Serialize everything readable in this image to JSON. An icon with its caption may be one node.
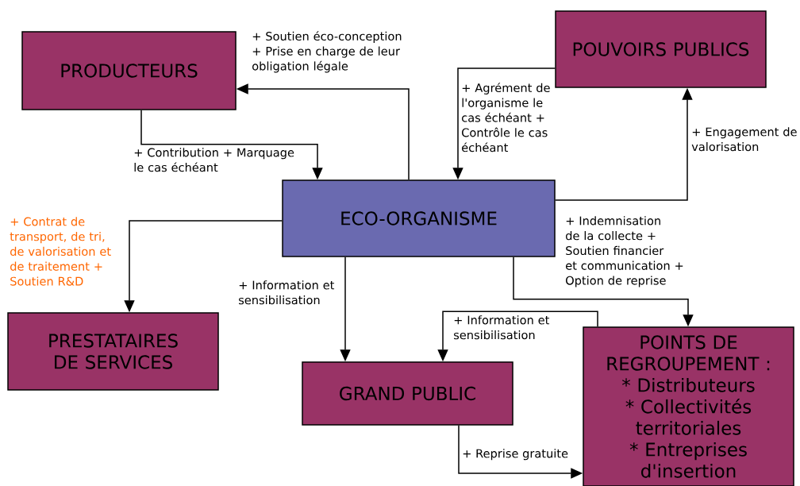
{
  "diagram": {
    "nodes": [
      {
        "text": [
          "PRODUCTEURS"
        ]
      },
      {
        "text": [
          "POUVOIRS PUBLICS"
        ]
      },
      {
        "text": [
          "ECO-ORGANISME"
        ]
      },
      {
        "text": [
          "PRESTATAIRES DE SERVICES"
        ]
      },
      {
        "text": [
          "GRAND PUBLIC"
        ]
      },
      {
        "text": [
          "POINTS DE REGROUPEMENT :",
          "* Distributeurs",
          "* Collectivités territoriales",
          "* Entreprises d'insertion"
        ]
      }
    ],
    "edges": [
      {
        "from": 2,
        "to": 0,
        "arrow": "to",
        "label": "+ Soutien éco-conception + Prise en charge de leur obligation légale"
      },
      {
        "from": 0,
        "to": 2,
        "arrow": "to",
        "label": "+ Contribution + Marquage le cas échéant"
      },
      {
        "from": 1,
        "to": 2,
        "arrow": "to",
        "label": "+ Agrément de l'organisme le cas échéant + Contrôle le cas échéant"
      },
      {
        "from": 2,
        "to": 1,
        "arrow": "to",
        "label": "+ Engagement de valorisation"
      },
      {
        "from": 2,
        "to": 3,
        "arrow": "to",
        "label": "+ Contrat de transport, de tri, de valorisation et de traitement + Soutien R&D"
      },
      {
        "from": 2,
        "to": 4,
        "arrow": "to",
        "label": "+ Information et sensibilisation"
      },
      {
        "from": 2,
        "to": 5,
        "arrow": "to",
        "label": "+ Indemnisation de la collecte + Soutien financier et communication + Option de reprise"
      },
      {
        "from": 5,
        "to": 4,
        "arrow": "to",
        "label": "+ Information et sensibilisation"
      },
      {
        "from": 4,
        "to": 5,
        "arrow": "to",
        "label": "+ Reprise gratuite"
      }
    ]
  }
}
